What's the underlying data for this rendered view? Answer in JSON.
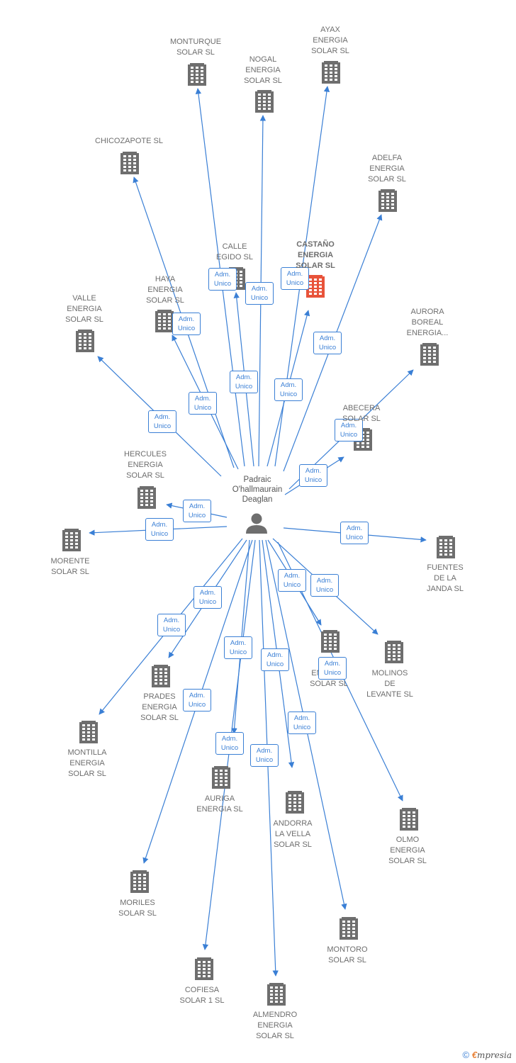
{
  "colors": {
    "edge": "#3a7fd5",
    "building": "#6e6e6e",
    "highlight_building": "#e8533a",
    "person": "#6e6e6e"
  },
  "center": {
    "name": "Padraic\nO'hallmaurain\nDeaglan",
    "icon": "person-icon"
  },
  "relation_label": "Adm.\nUnico",
  "companies": [
    {
      "id": "monturque",
      "name": "MONTURQUE\nSOLAR SL"
    },
    {
      "id": "nogal",
      "name": "NOGAL\nENERGIA\nSOLAR SL"
    },
    {
      "id": "ayax",
      "name": "AYAX\nENERGIA\nSOLAR SL"
    },
    {
      "id": "chicozapote",
      "name": "CHICOZAPOTE SL"
    },
    {
      "id": "adelfa",
      "name": "ADELFA\nENERGIA\nSOLAR SL"
    },
    {
      "id": "calle_egido",
      "name": "CALLE\nEGIDO SL"
    },
    {
      "id": "castano",
      "name": "CASTAÑO\nENERGIA\nSOLAR SL",
      "highlight": true
    },
    {
      "id": "haya",
      "name": "HAYA\nENERGIA\nSOLAR SL"
    },
    {
      "id": "valle",
      "name": "VALLE\nENERGIA\nSOLAR SL"
    },
    {
      "id": "aurora",
      "name": "AURORA\nBOREAL\nENERGIA..."
    },
    {
      "id": "abecera",
      "name": "ABECERA\nSOLAR SL"
    },
    {
      "id": "hercules",
      "name": "HERCULES\nENERGIA\nSOLAR SL"
    },
    {
      "id": "morente",
      "name": "MORENTE\nSOLAR SL"
    },
    {
      "id": "fuentes",
      "name": "FUENTES\nDE LA\nJANDA SL"
    },
    {
      "id": "m_energia",
      "name": "M...\nENERGIA\nSOLAR SL"
    },
    {
      "id": "molinos",
      "name": "MOLINOS\nDE\nLEVANTE SL"
    },
    {
      "id": "prades",
      "name": "PRADES\nENERGIA\nSOLAR SL"
    },
    {
      "id": "montilla",
      "name": "MONTILLA\nENERGIA\nSOLAR SL"
    },
    {
      "id": "auriga",
      "name": "AURIGA\nENERGIA SL"
    },
    {
      "id": "andorra",
      "name": "ANDORRA\nLA VELLA\nSOLAR SL"
    },
    {
      "id": "olmo",
      "name": "OLMO\nENERGIA\nSOLAR SL"
    },
    {
      "id": "moriles",
      "name": "MORILES\nSOLAR SL"
    },
    {
      "id": "montoro",
      "name": "MONTORO\nSOLAR SL"
    },
    {
      "id": "cofiesa",
      "name": "COFIESA\nSOLAR 1 SL"
    },
    {
      "id": "almendro",
      "name": "ALMENDRO\nENERGIA\nSOLAR SL"
    }
  ],
  "footer": {
    "copyright": "©",
    "brand_initial": "€",
    "brand_rest": "mpresia"
  }
}
